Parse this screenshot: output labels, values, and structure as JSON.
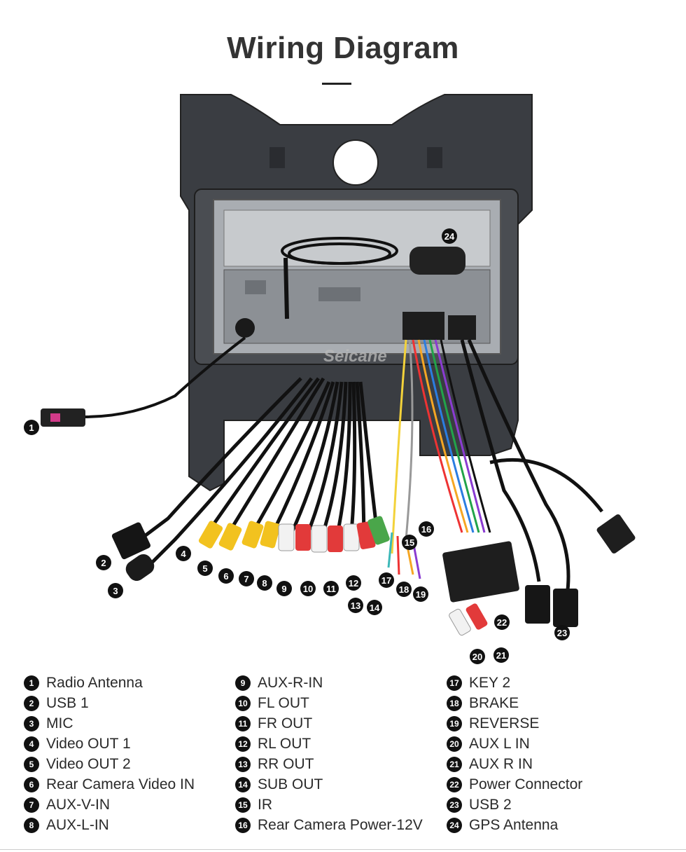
{
  "header": {
    "title": "Wiring Diagram"
  },
  "watermark": "Seicane",
  "legend": [
    {
      "num": "1",
      "label": "Radio Antenna"
    },
    {
      "num": "2",
      "label": "USB 1"
    },
    {
      "num": "3",
      "label": "MIC"
    },
    {
      "num": "4",
      "label": "Video OUT 1"
    },
    {
      "num": "5",
      "label": "Video OUT 2"
    },
    {
      "num": "6",
      "label": "Rear Camera Video IN"
    },
    {
      "num": "7",
      "label": "AUX-V-IN"
    },
    {
      "num": "8",
      "label": "AUX-L-IN"
    },
    {
      "num": "9",
      "label": "AUX-R-IN"
    },
    {
      "num": "10",
      "label": "FL OUT"
    },
    {
      "num": "11",
      "label": "FR OUT"
    },
    {
      "num": "12",
      "label": "RL OUT"
    },
    {
      "num": "13",
      "label": "RR OUT"
    },
    {
      "num": "14",
      "label": "SUB OUT"
    },
    {
      "num": "15",
      "label": "IR"
    },
    {
      "num": "16",
      "label": "Rear Camera Power-12V"
    },
    {
      "num": "17",
      "label": "KEY 2"
    },
    {
      "num": "18",
      "label": "BRAKE"
    },
    {
      "num": "19",
      "label": "REVERSE"
    },
    {
      "num": "20",
      "label": "AUX L IN"
    },
    {
      "num": "21",
      "label": "AUX R IN"
    },
    {
      "num": "22",
      "label": "Power Connector"
    },
    {
      "num": "23",
      "label": "USB 2"
    },
    {
      "num": "24",
      "label": "GPS Antenna"
    }
  ]
}
